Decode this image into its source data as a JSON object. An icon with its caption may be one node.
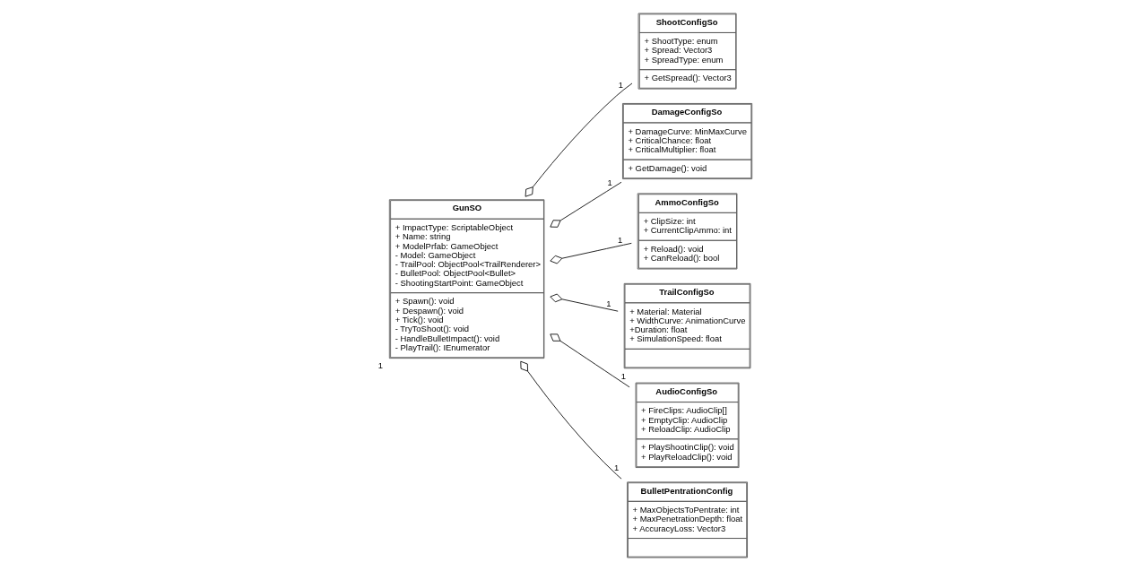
{
  "diagram": {
    "nodes": [
      {
        "text": [
          "GunSO",
          "+ ImpactType: ScriptableObject",
          "+ Name: string",
          "+ ModelPrfab: GameObject",
          "- Model: GameObject",
          "- TrailPool: ObjectPool<TrailRenderer>",
          "- BulletPool: ObjectPool<Bullet>",
          "- ShootingStartPoint: GameObject",
          "+ Spawn(): void",
          "+ Despawn(): void",
          "+ Tick(): void",
          "- TryToShoot(): void",
          "- HandleBulletImpact(): void",
          "- PlayTrail(): IEnumerator"
        ],
        "beside": [
          "1"
        ]
      },
      {
        "text": [
          "ShootConfigSo",
          "+ ShootType: enum",
          "+ Spread: Vector3",
          "+ SpreadType: enum",
          "+ GetSpread(): Vector3"
        ]
      },
      {
        "text": [
          "DamageConfigSo",
          "+ DamageCurve: MinMaxCurve",
          "+ CriticalChance: float",
          "+ CriticalMultiplier: float",
          "+ GetDamage(): void"
        ]
      },
      {
        "text": [
          "AmmoConfigSo",
          "+ ClipSize: int",
          "+ CurrentClipAmmo: int",
          "+ Reload(): void",
          "+ CanReload(): bool"
        ]
      },
      {
        "text": [
          "TrailConfigSo",
          "+ Material: Material",
          "+ WidthCurve: AnimationCurve",
          "+Duration: float",
          "+ SimulationSpeed: float"
        ]
      },
      {
        "text": [
          "AudioConfigSo",
          "+ FireClips: AudioClip[]",
          "+ EmptyClip: AudioClip",
          "+ ReloadClip: AudioClip",
          "+ PlayShootinClip(): void",
          "+ PlayReloadClip(): void"
        ]
      },
      {
        "text": [
          "BulletPentrationConfig",
          "+ MaxObjectsToPentrate: int",
          "+ MaxPenetrationDepth: float",
          "+ AccuracyLoss: Vector3"
        ]
      }
    ],
    "edges": [
      {
        "from": 0,
        "to": 1,
        "arrow": "other",
        "label": "1"
      },
      {
        "from": 0,
        "to": 2,
        "arrow": "other",
        "label": "1"
      },
      {
        "from": 0,
        "to": 3,
        "arrow": "other",
        "label": "1"
      },
      {
        "from": 0,
        "to": 4,
        "arrow": "other",
        "label": "1"
      },
      {
        "from": 0,
        "to": 5,
        "arrow": "other",
        "label": "1"
      },
      {
        "from": 0,
        "to": 6,
        "arrow": "other",
        "label": "1"
      }
    ]
  }
}
